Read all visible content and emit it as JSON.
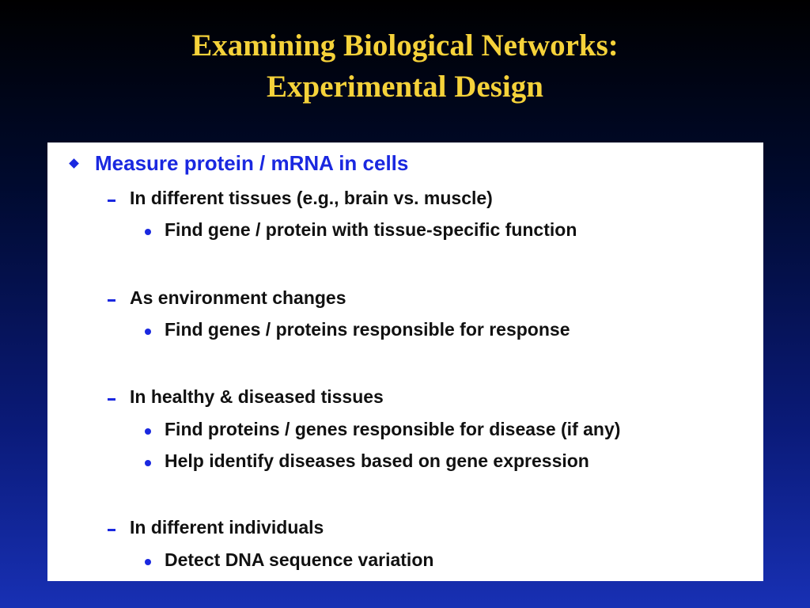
{
  "slide": {
    "title_line1": "Examining Biological Networks:",
    "title_line2": "Experimental Design"
  },
  "bullets": {
    "main": "Measure protein / mRNA in cells",
    "groups": [
      {
        "heading": "In different tissues (e.g., brain vs. muscle)",
        "items": [
          "Find gene / protein with tissue-specific function"
        ]
      },
      {
        "heading": "As environment changes",
        "items": [
          "Find genes / proteins responsible for response"
        ]
      },
      {
        "heading": "In healthy & diseased tissues",
        "items": [
          "Find proteins / genes responsible for disease (if any)",
          "Help identify diseases based on gene expression"
        ]
      },
      {
        "heading": "In different individuals",
        "items": [
          "Detect DNA sequence variation"
        ]
      }
    ]
  },
  "colors": {
    "title": "#f5d23a",
    "bullet_accent": "#1a28e0",
    "body_text": "#111111",
    "background_top": "#000000",
    "background_bottom": "#1830b4",
    "content_background": "#ffffff"
  }
}
